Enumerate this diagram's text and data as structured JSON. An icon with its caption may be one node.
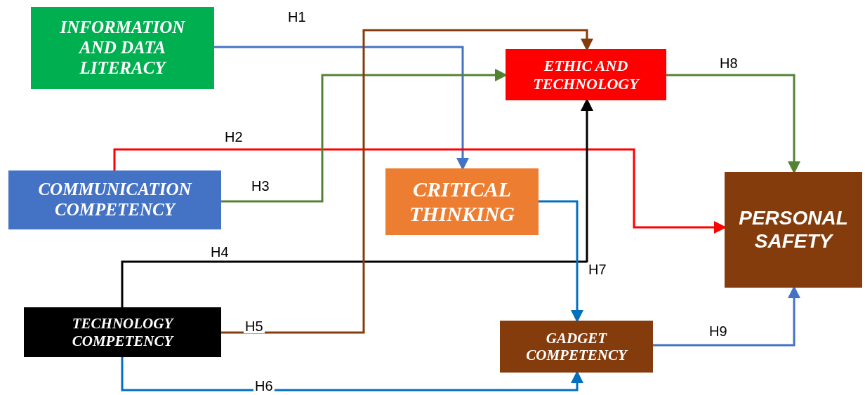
{
  "diagram": {
    "nodes": [
      {
        "text": [
          "INFORMATION AND DATA LITERACY"
        ]
      },
      {
        "text": [
          "ETHIC AND TECHNOLOGY"
        ]
      },
      {
        "text": [
          "COMMUNICATION COMPETENCY"
        ]
      },
      {
        "text": [
          "CRITICAL THINKING"
        ]
      },
      {
        "text": [
          "PERSONAL SAFETY"
        ]
      },
      {
        "text": [
          "TECHNOLOGY COMPETENCY"
        ]
      },
      {
        "text": [
          "GADGET COMPETENCY"
        ]
      }
    ],
    "edges": [
      {
        "from": 0,
        "to": 3,
        "arrow": "to",
        "label": "H1",
        "color": "#4472c4"
      },
      {
        "from": 2,
        "to": 4,
        "arrow": "to",
        "label": "H2",
        "color": "#ff0000"
      },
      {
        "from": 2,
        "to": 1,
        "arrow": "to",
        "label": "H3",
        "color": "#548235"
      },
      {
        "from": 5,
        "to": 1,
        "arrow": "to",
        "label": "H4",
        "color": "#000000"
      },
      {
        "from": 5,
        "to": 1,
        "arrow": "to",
        "label": "H5",
        "color": "#843c0c"
      },
      {
        "from": 5,
        "to": 6,
        "arrow": "to",
        "label": "H6",
        "color": "#0070c0"
      },
      {
        "from": 3,
        "to": 6,
        "arrow": "to",
        "label": "H7",
        "color": "#0070c0"
      },
      {
        "from": 1,
        "to": 4,
        "arrow": "to",
        "label": "H8",
        "color": "#548235"
      },
      {
        "from": 6,
        "to": 4,
        "arrow": "to",
        "label": "H9",
        "color": "#4472c4"
      }
    ]
  }
}
